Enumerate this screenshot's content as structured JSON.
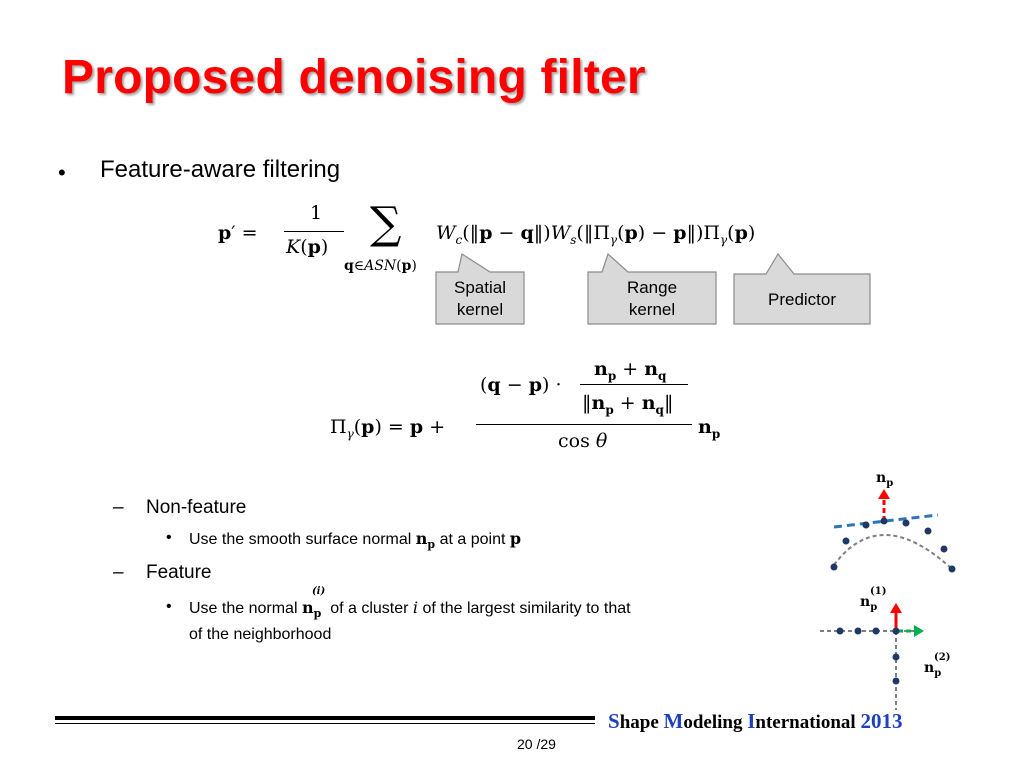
{
  "slide": {
    "title": "Proposed denoising filter",
    "bullet_symbol": "•",
    "sub_dash": "–",
    "bullet_main": "Feature-aware filtering",
    "callouts": {
      "spatial_1": "Spatial",
      "spatial_2": "kernel",
      "range_1": "Range",
      "range_2": "kernel",
      "predictor": "Predictor"
    },
    "nonfeature": {
      "label": "Non-feature",
      "text_a": "Use the smooth surface normal",
      "text_b": "at a point"
    },
    "feature": {
      "label": "Feature",
      "text_a": "Use the normal",
      "text_b": "of a cluster",
      "text_c": "of the largest similarity to that",
      "text_d": "of the neighborhood"
    },
    "diagram": {
      "n_p": "n",
      "sub_p": "p",
      "sup1": "(1)",
      "sup2": "(2)"
    }
  },
  "footer": {
    "brand": [
      {
        "cap": "S",
        "rest": "hape "
      },
      {
        "cap": "M",
        "rest": "odeling "
      },
      {
        "cap": "I",
        "rest": "nternational "
      }
    ],
    "year": "2013",
    "page": "20 /29"
  },
  "colors": {
    "title": "#ff0000",
    "brand_caps": "#1f3fbf",
    "callout_fill": "#d9d9d9",
    "callout_stroke": "#8c8c8c",
    "curve_dots": "#1f3864",
    "tangent": "#2e75b6",
    "normal_arrow": "#ff0000",
    "green_arrow": "#00b050"
  }
}
